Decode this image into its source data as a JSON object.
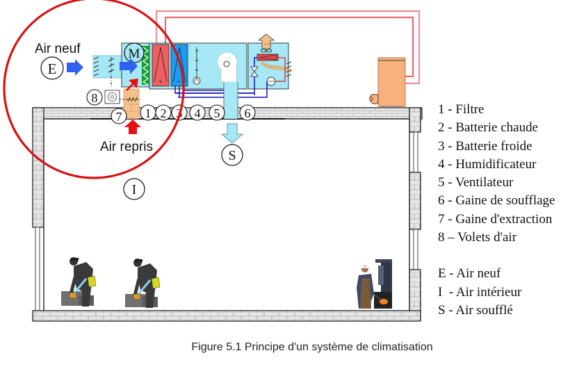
{
  "figure": {
    "caption": "Figure 5.1 Principe d'un système de climatisation",
    "labels": {
      "air_neuf": "Air neuf",
      "air_repris": "Air repris",
      "motor": "M",
      "plus": "+",
      "minus": "−"
    },
    "markers": {
      "E": "E",
      "I": "I",
      "S": "S",
      "n1": "1",
      "n2": "2",
      "n3": "3",
      "n4": "4",
      "n5": "5",
      "n6": "6",
      "n7": "7",
      "n8": "8"
    },
    "legend": {
      "components": [
        "1 - Filtre",
        "2 - Batterie chaude",
        "3 - Batterie froide",
        "4 - Humidificateur",
        "5 - Ventilateur",
        "6 - Gaine de soufflage",
        "7 - Gaine d'extraction",
        "8 – Volets d'air"
      ],
      "airflows": [
        "E - Air neuf",
        "I  - Air intérieur",
        "S - Air soufflé"
      ]
    },
    "icons": [
      "fresh-air-arrow-icon",
      "return-air-arrow-icon",
      "motor-icon",
      "filter-icon",
      "heating-coil-icon",
      "cooling-coil-icon",
      "pump-icon",
      "fan-icon",
      "condenser-icon",
      "compressor-icon",
      "expansion-valve-icon",
      "boiler-icon",
      "burner-icon",
      "supply-air-arrow-icon",
      "worker-icon",
      "blacksmith-icon"
    ],
    "colors": {
      "duct": "#a6e8f5",
      "heating": "#f06060",
      "cooling": "#1e9bf0",
      "filter": "#14a02c",
      "pipe_hot": "#e05050",
      "pipe_cold": "#1010c0",
      "return_duct": "#f5c08a",
      "boiler": "#f7b07e",
      "highlight_circle": "#d81010",
      "arrow_blue": "#3060f0",
      "arrow_red": "#e81010",
      "wall_fill": "#e4e4e4"
    }
  }
}
